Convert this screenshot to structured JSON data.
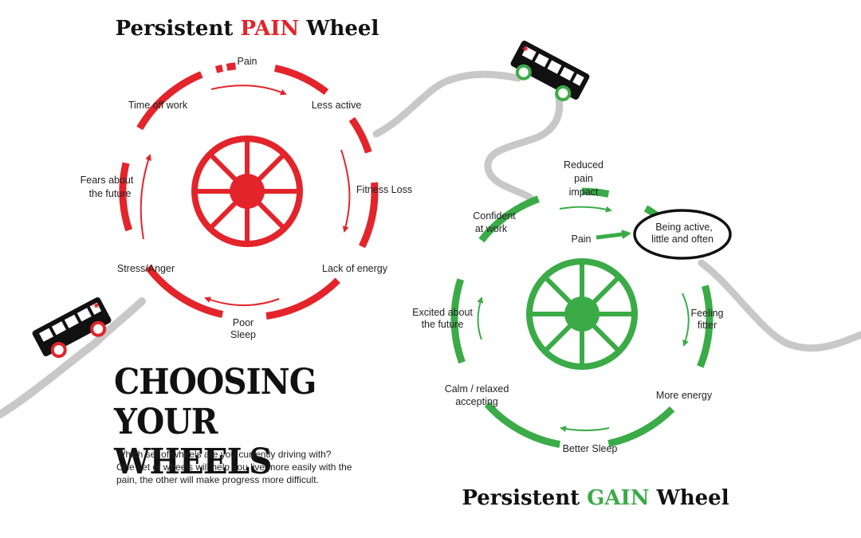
{
  "colors": {
    "pain": "#e3242b",
    "gain": "#3bab48",
    "road": "#c8c8c8",
    "ink": "#111111"
  },
  "pain_wheel": {
    "title_prefix": "Persistent ",
    "title_highlight": "PAIN",
    "title_suffix": " Wheel",
    "labels": {
      "pain": "Pain",
      "less_active": "Less active",
      "fitness_loss": "Fitness Loss",
      "lack_of_energy": "Lack of energy",
      "poor_sleep": [
        "Poor",
        "Sleep"
      ],
      "stress_anger": "Stress/Anger",
      "fears": [
        "Fears about",
        "the future"
      ],
      "time_off": "Time off work"
    }
  },
  "gain_wheel": {
    "title_prefix": "Persistent ",
    "title_highlight": "GAIN",
    "title_suffix": " Wheel",
    "labels": {
      "reduced": [
        "Reduced",
        "pain",
        "impact"
      ],
      "confident": [
        "Confident",
        "at work"
      ],
      "pain": "Pain",
      "being_active": [
        "Being active,",
        "little and often"
      ],
      "feeling_fitter": [
        "Feeling",
        "fitter"
      ],
      "more_energy": "More energy",
      "better_sleep": "Better Sleep",
      "calm": [
        "Calm / relaxed",
        "accepting"
      ],
      "excited": [
        "Excited about",
        "the future"
      ]
    }
  },
  "headline": [
    "CHOOSING",
    "YOUR WHEELS"
  ],
  "description": [
    "Which set of wheels are you currently driving with?",
    "One set of wheels will help you live more easily with the",
    "pain, the other will make progress more difficult."
  ]
}
